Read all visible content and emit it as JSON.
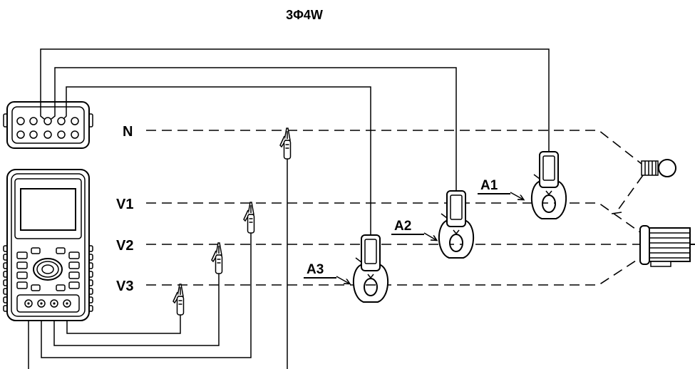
{
  "title": "3Φ4W",
  "lines": {
    "n": "N",
    "v1": "V1",
    "v2": "V2",
    "v3": "V3"
  },
  "clamps": {
    "a1": "A1",
    "a2": "A2",
    "a3": "A3"
  },
  "colors": {
    "ink": "#000000",
    "background": "#ffffff"
  }
}
